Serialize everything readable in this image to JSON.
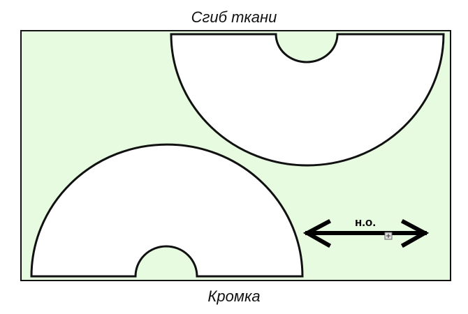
{
  "title_top": "Сгиб ткани",
  "title_bottom": "Кромка",
  "arrow_label": "н.о.",
  "colors": {
    "fabric": "#e6fbe0",
    "pattern": "#ffffff",
    "outline": "#111111"
  }
}
